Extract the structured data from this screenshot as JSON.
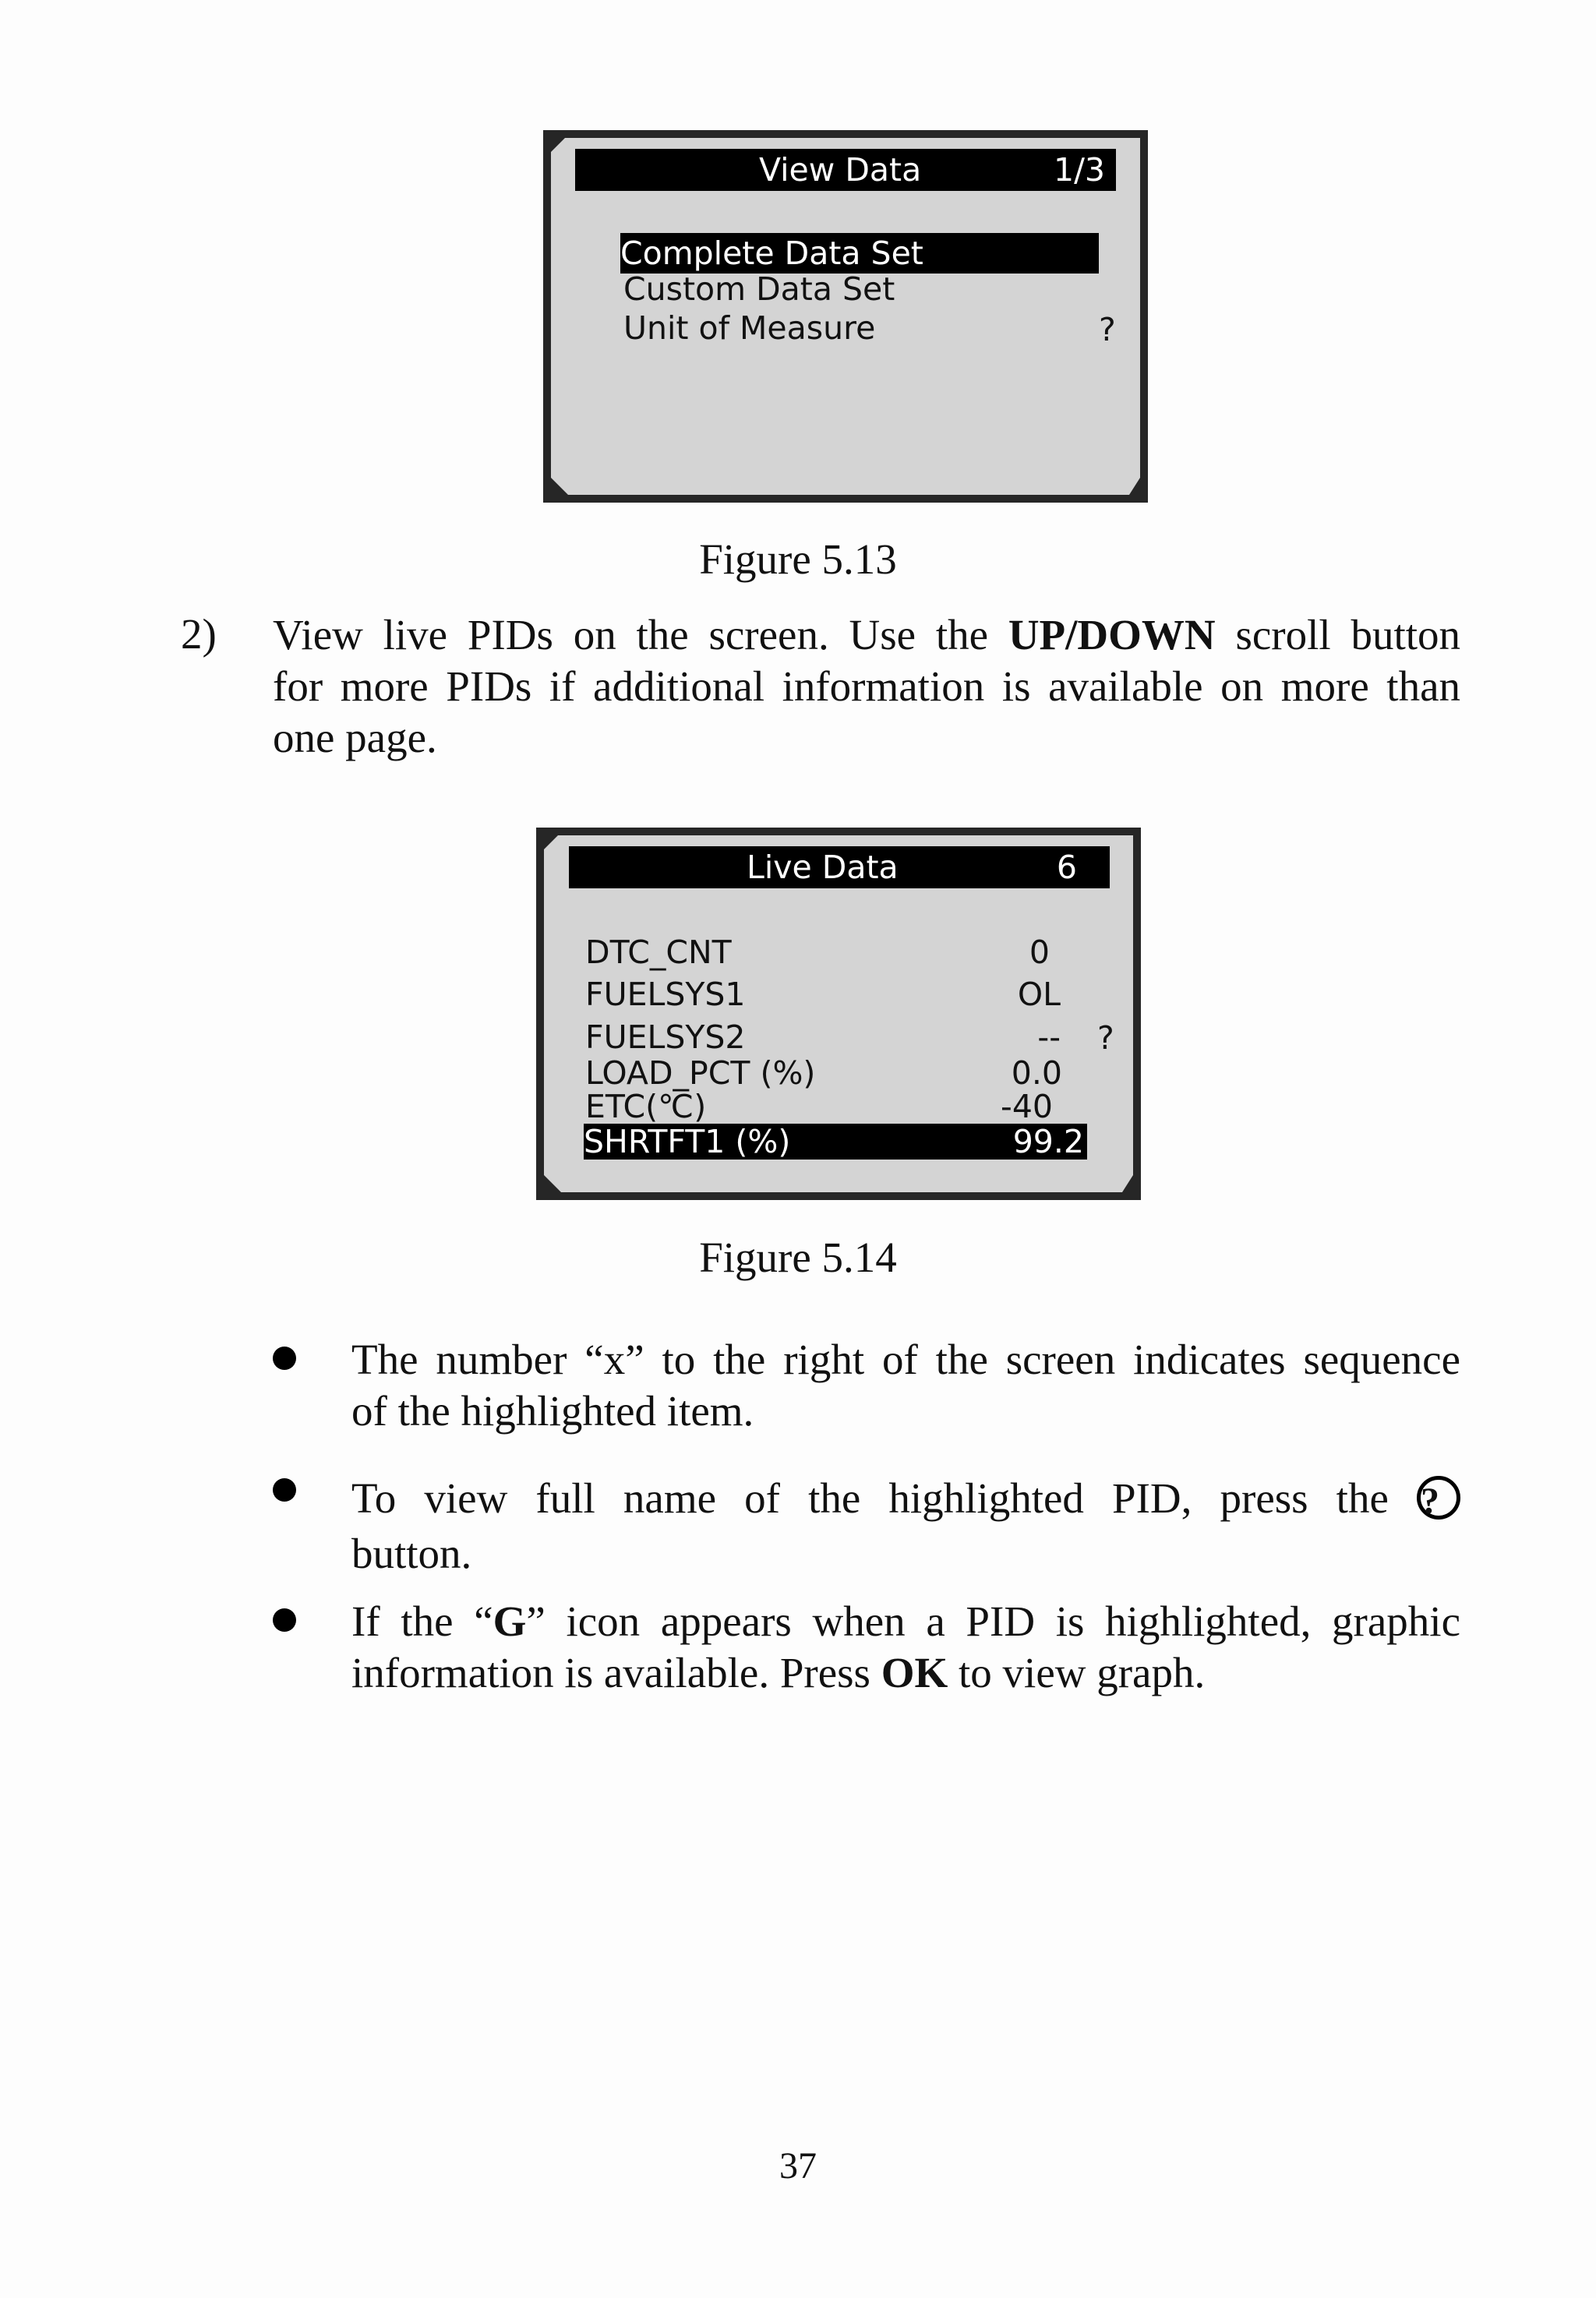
{
  "figure1": {
    "title": "View Data",
    "page": "1/3",
    "items": [
      "Complete Data Set",
      "Custom Data Set",
      "Unit of Measure"
    ],
    "help": "?",
    "caption": "Figure 5.13"
  },
  "step2": {
    "number": "2)",
    "lines": [
      [
        "View live PIDs on the screen. Use the ",
        "UP/DOWN",
        " scroll button"
      ],
      [
        "for more PIDs if additional information is available on more than"
      ],
      [
        "one page."
      ]
    ]
  },
  "figure2": {
    "title": "Live Data",
    "index": "6",
    "help": "?",
    "rows": [
      {
        "name": "DTC_CNT",
        "value": "0"
      },
      {
        "name": "FUELSYS1",
        "value": "OL"
      },
      {
        "name": "FUELSYS2",
        "value": "--"
      },
      {
        "name": "LOAD_PCT (%)",
        "value": "0.0"
      },
      {
        "name": "ETC(℃)",
        "value": "-40"
      },
      {
        "name": "SHRTFT1 (%)",
        "value": "99.2"
      }
    ],
    "caption": "Figure 5.14"
  },
  "bullets": {
    "b1": {
      "l1": "The number “x” to the right of the screen indicates sequence",
      "l2": "of the highlighted item."
    },
    "b2": {
      "l1": "To view full name of the highlighted PID, press the",
      "icon": "?",
      "l2": "button."
    },
    "b3": {
      "l1a": "If the “",
      "l1b": "G",
      "l1c": "” icon appears when a PID is highlighted, graphic",
      "l2a": "information is available. Press ",
      "l2b": "OK",
      "l2c": " to view graph."
    }
  },
  "page_number": "37"
}
